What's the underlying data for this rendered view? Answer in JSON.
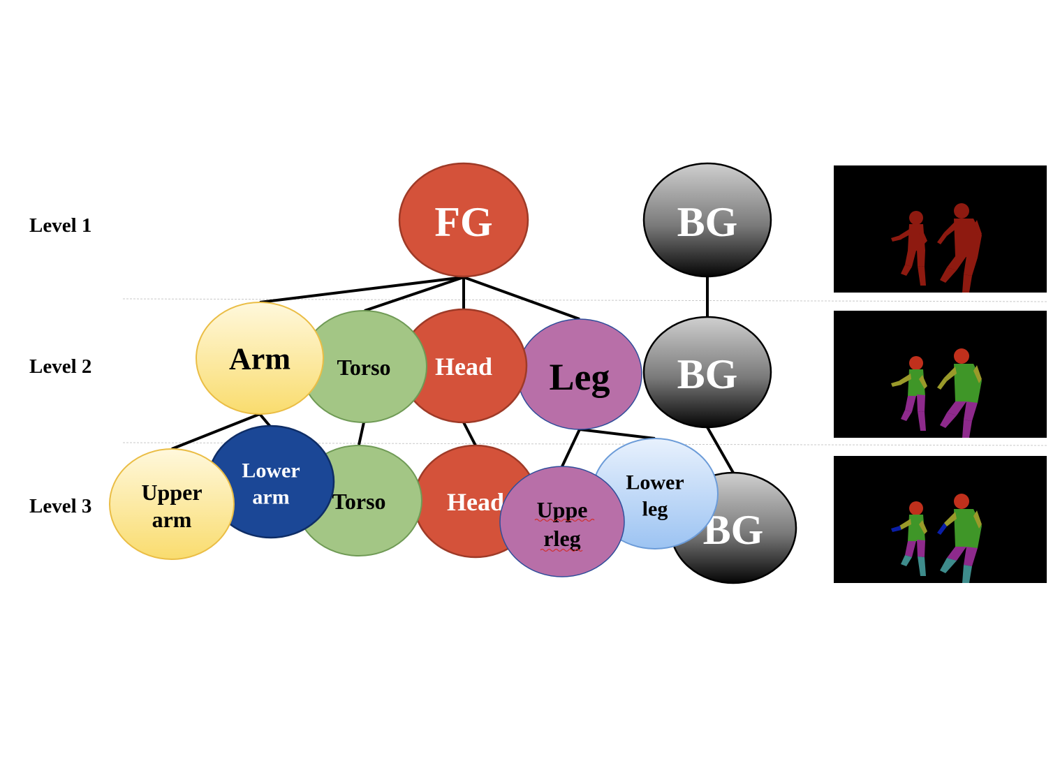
{
  "levels": {
    "level1": "Level 1",
    "level2": "Level 2",
    "level3": "Level 3"
  },
  "nodes": {
    "fg": "FG",
    "bg1": "BG",
    "arm": "Arm",
    "torso2": "Torso",
    "head2": "Head",
    "leg": "Leg",
    "bg2": "BG",
    "upper_arm_l1": "Upper",
    "upper_arm_l2": "arm",
    "lower_arm_l1": "Lower",
    "lower_arm_l2": "arm",
    "torso3": "Torso",
    "head3": "Head",
    "upper_leg_l1": "Uppe",
    "upper_leg_l2": "rleg",
    "lower_leg_l1": "Lower",
    "lower_leg_l2": "leg",
    "bg3": "BG"
  },
  "colors": {
    "fg_head": "#d4523a",
    "leg": "#b86fa8",
    "torso": "#a3c685",
    "arm": "#fbe89a",
    "lower_arm": "#1b4796",
    "lower_leg": "#bcd6f7",
    "bg": "#6e6e6e",
    "mask_level1": "#8e1a10",
    "mask_torso": "#3f9628",
    "mask_arm": "#9a9a2a",
    "mask_leg": "#8e2a8c",
    "mask_lower_arm": "#0a1ea8",
    "mask_lower_leg": "#3e8c8c"
  }
}
